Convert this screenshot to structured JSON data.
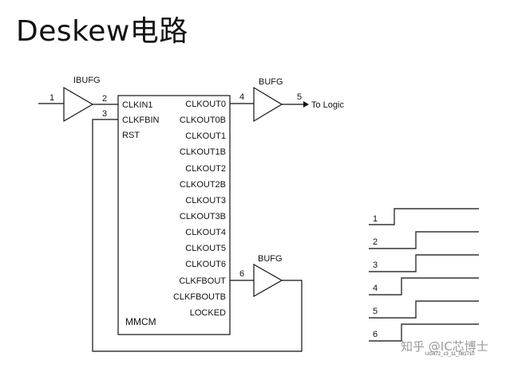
{
  "title": "Deskew电路",
  "ibufg_label": "IBUFG",
  "bufg_top_label": "BUFG",
  "bufg_bottom_label": "BUFG",
  "to_logic_label": "To Logic",
  "block_name": "MMCM",
  "inputs": [
    "CLKIN1",
    "CLKFBIN",
    "RST"
  ],
  "outputs": [
    "CLKOUT0",
    "CLKOUT0B",
    "CLKOUT1",
    "CLKOUT1B",
    "CLKOUT2",
    "CLKOUT2B",
    "CLKOUT3",
    "CLKOUT3B",
    "CLKOUT4",
    "CLKOUT5",
    "CLKOUT6",
    "CLKFBOUT",
    "CLKFBOUTB",
    "LOCKED"
  ],
  "net_numbers": {
    "n1": "1",
    "n2": "2",
    "n3": "3",
    "n4": "4",
    "n5": "5",
    "n6": "6"
  },
  "timing": {
    "labels": [
      "1",
      "2",
      "3",
      "4",
      "5",
      "6"
    ]
  },
  "watermark": "知乎 @IC芯博士",
  "figure_code": "UG472_c3_11_081710"
}
